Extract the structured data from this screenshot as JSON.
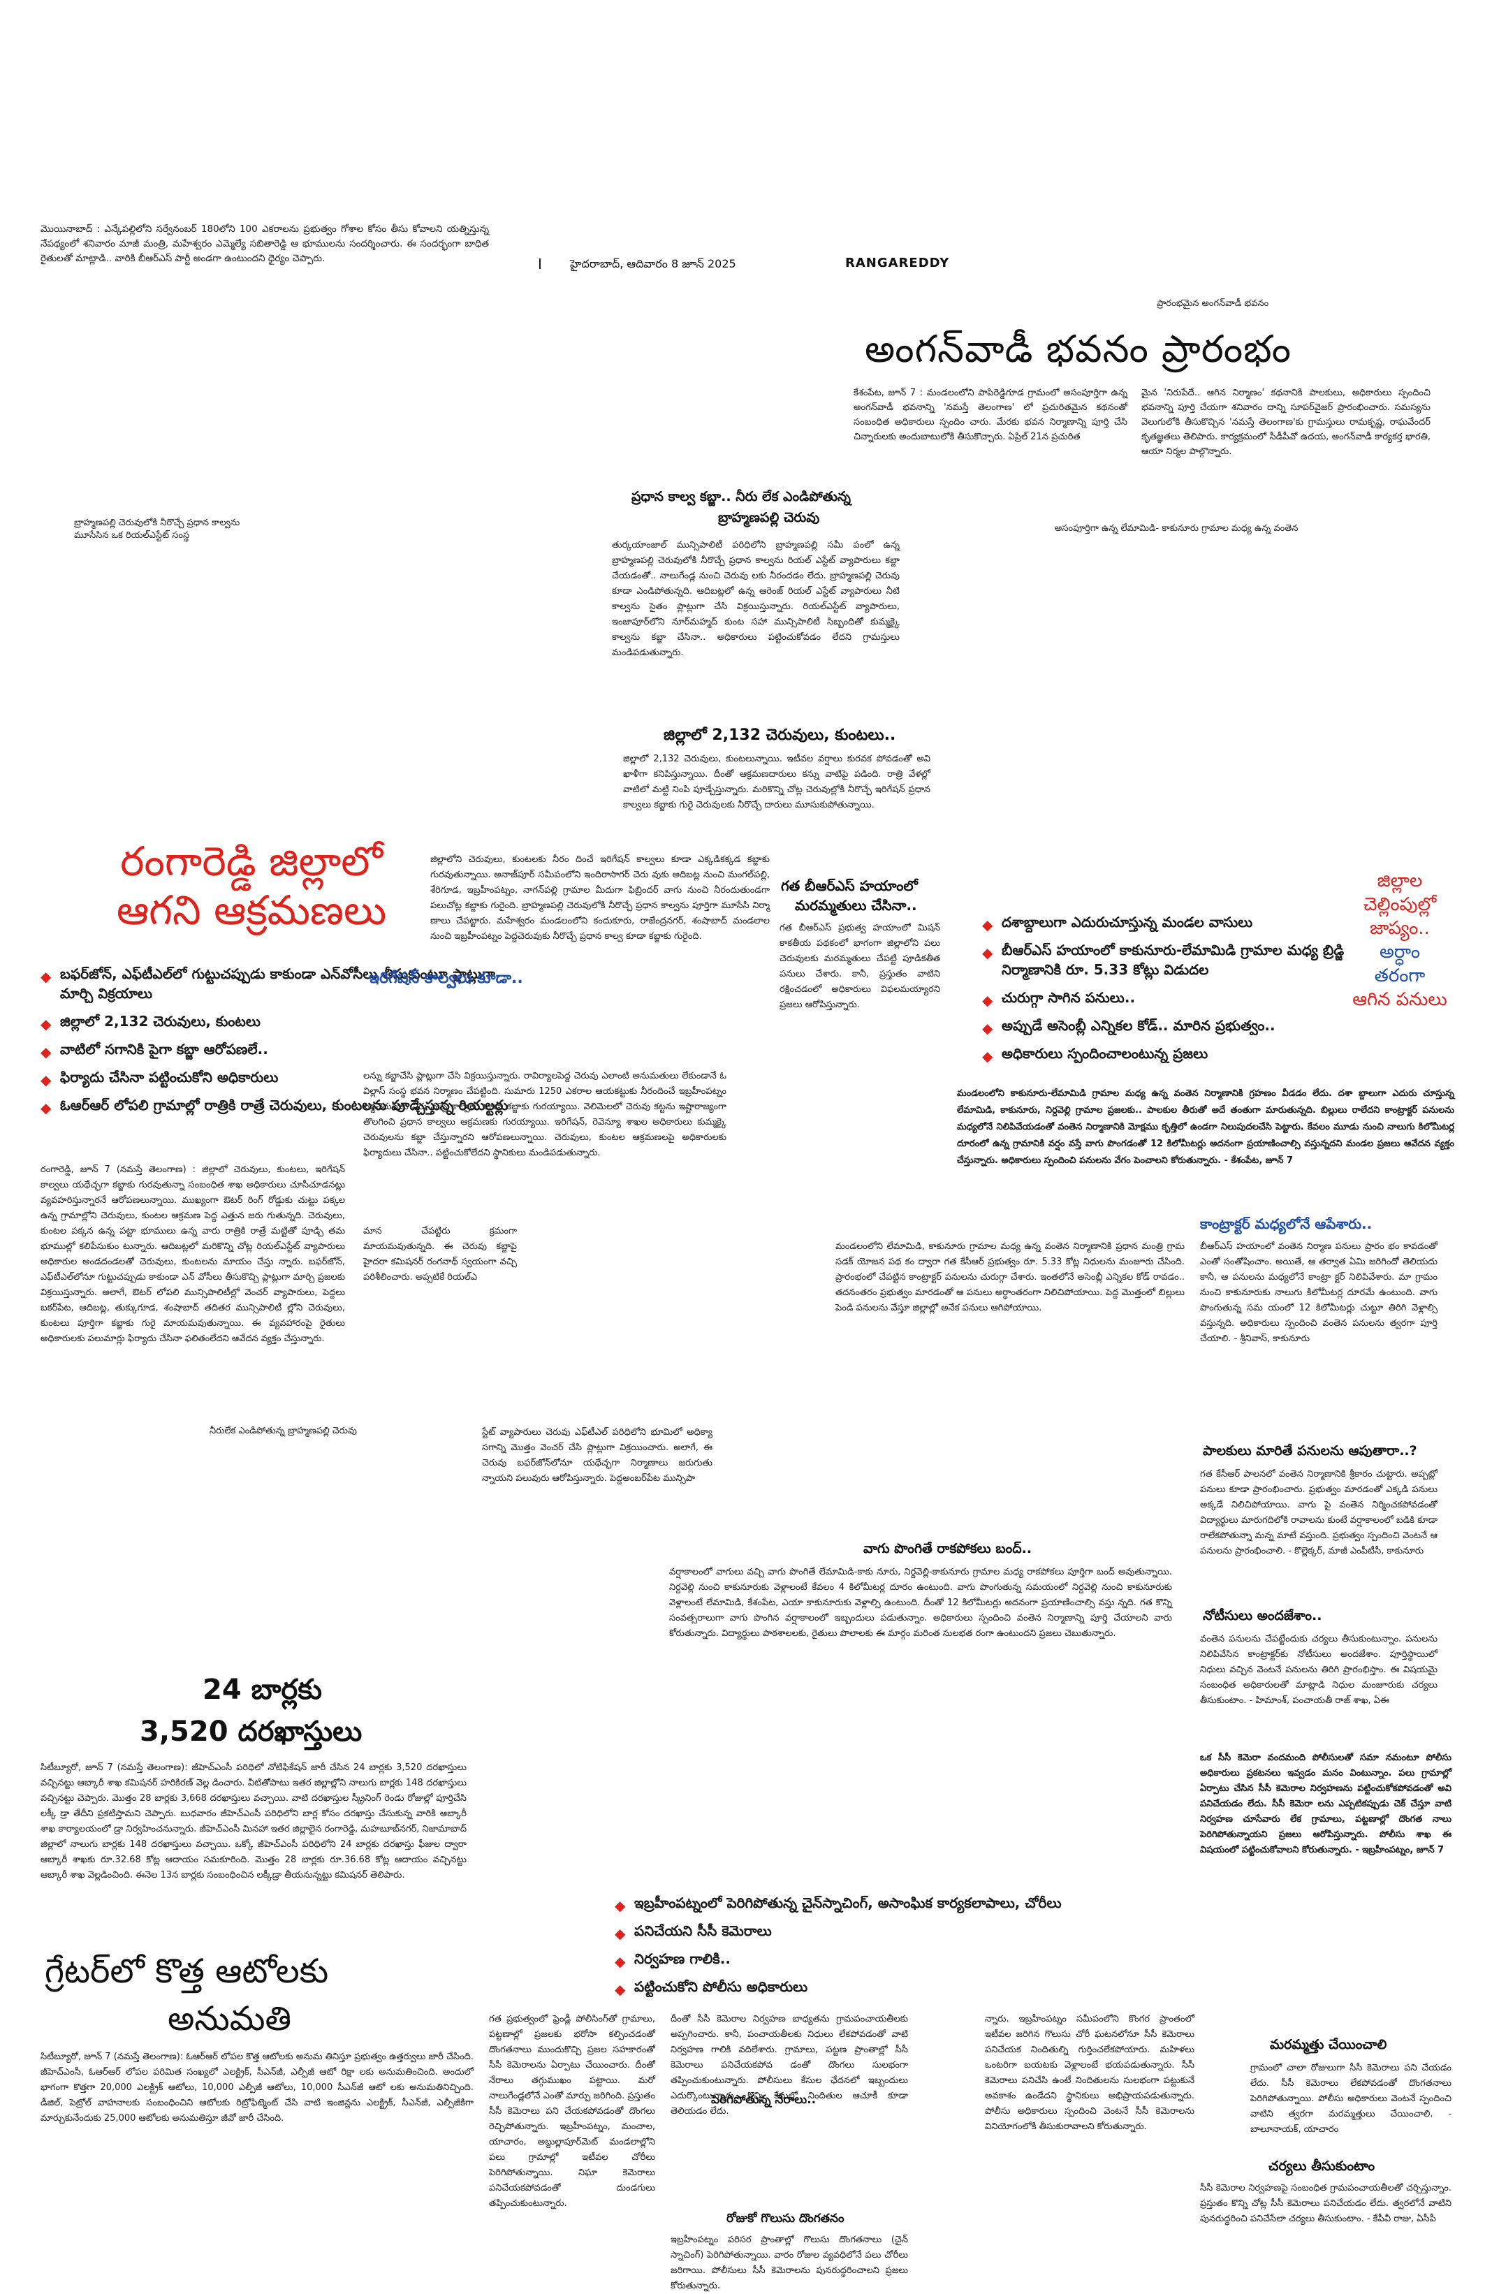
{
  "masthead": {
    "marker": "I",
    "dateline": "హైదరాబాద్‌, ఆదివారం 8 జూన్‌ 2025",
    "section": "RANGAREDDY"
  },
  "top_left_story": {
    "text": "మొయినాబాద్‌ : ఎన్కేపల్లిలోని సర్వేనంబర్‌ 180లోని 100 ఎకరాలను ప్రభుత్వం గోశాల కోసం తీసు కోవాలని యత్నిస్తున్న నేపథ్యంలో శనివారం మాజీ మంత్రి, మహేశ్వరం ఎమ్మెల్యే సబితారెడ్డి ఆ భూములను సందర్శించారు. ఈ సందర్భంగా బాధిత రైతులతో మాట్లాడి.. వారికి బీఆర్‌ఎస్‌ పార్టీ అండగా ఉంటుందని ధైర్యం చెప్పారు."
  },
  "anganwadi": {
    "kicker": "ప్రారంభమైన అంగన్‌వాడీ భవనం",
    "headline": "అంగన్‌వాడీ భవనం ప్రారంభం",
    "col1": "కేశంపేట, జూన్‌ 7 : మండలంలోని పాపిరెడ్డిగూడ గ్రామంలో అసంపూర్తిగా ఉన్న అంగన్‌వాడీ భవనాన్ని 'నమస్తే తెలంగాణ' లో ప్రచురితమైన కథనంతో సంబంధిత అధికారులు స్పందిం చారు. మేరకు భవన నిర్మాణాన్ని పూర్తి చేసి చిన్నారులకు అందుబాటులోకి తీసుకొచ్చారు. ఏప్రిల్‌ 21న ప్రచురిత",
    "col2": "మైన 'నిరుపేదే.. ఆగిన నిర్మాణం' కథనానికి పాలకులు, అధికారులు స్పందించి భవనాన్ని పూర్తి చేయగా శనివారం దాన్ని సూపర్‌వైజర్‌ ప్రారంభించారు. సమస్యను వెలుగులోకి తీసుకొచ్చిన 'నమస్తే తెలంగాణ'కు గ్రామస్తులు రామకృష్ణ, రాఘవేందర్‌ కృతజ్ఞతలు తెలిపారు. కార్యక్రమంలో సీడీపీవో ఉదయ, అంగన్‌వాడీ కార్యకర్త భారతి, ఆయా నిర్మల పాల్గొన్నారు."
  },
  "brahmanapalli": {
    "headline_line1": "ప్రధాన కాల్వ కబ్జా.. నీరు లేక ఎండిపోతున్న",
    "headline_line2": "బ్రాహ్మణపల్లి చెరువు",
    "body": "తుర్కయాంజాల్‌ మున్సిపాలిటీ పరిధిలోని బ్రాహ్మణపల్లి సమీ పంలో ఉన్న బ్రాహ్మణపల్లి చెరువులోకి నీరొచ్చే ప్రధాన కాల్వను రియల్‌ ఎస్టేట్‌ వ్యాపారులు కబ్జా చేయడంతో.. నాలుగేండ్ల నుంచి చెరువు లకు నీరందడం లేదు. బ్రాహ్మణపల్లి చెరువు కూడా ఎండిపోతున్నది. ఆదిబట్లలో ఉన్న ఆరెంజ్‌ రియల్‌ ఎస్టేట్‌ వ్యాపారులు నీటి కాల్వను సైతం ప్లాట్లుగా చేసి విక్రయిస్తున్నారు. రియల్‌ఎస్టేట్‌ వ్యాపారులు, ఇంజాపూర్‌లోని నూర్‌మహ్మద్‌ కుంట సహా మున్సిపాలిటీ సిబ్బందితో కుమ్మక్కై కాల్వను కబ్జా చేసినా.. అధికారులు పట్టించుకోవడం లేదని గ్రామస్తులు మండిపడుతున్నారు.",
    "photo_caption": "బ్రాహ్మణపల్లి చెరువులోకి నీరొచ్చే ప్రధాన కాల్వను మూసేసిన ఒక రియల్‌ఎస్టేట్‌ సంస్థ",
    "dry_caption": "నీరులేక ఎండిపోతున్న బ్రాహ్మణపల్లి చెరువు"
  },
  "district_2132": {
    "headline": "జిల్లాలో 2,132 చెరువులు, కుంటలు..",
    "body": "జిల్లాలో 2,132 చెరువులు, కుంటలున్నాయి. ఇటీవల వర్షాలు కురవక పోవడంతో అవి ఖాళీగా కనిపిస్తున్నాయి. దీంతో ఆక్రమణదారులు కన్ను వాటిపై పడింది. రాత్రి వేళల్లో వాటిలో మట్టి నింపి పూడ్చేస్తున్నారు. మరికొన్ని చోట్ల చెరువుల్లోకి నీరొచ్చే ఇరిగేషన్‌ ప్రధాన కాల్వలు కబ్జాకు గురై చెరువులకు నీరొచ్చే దారులు మూసుకుపోతున్నాయి."
  },
  "lead": {
    "headline_line1": "రంగారెడ్డి జిల్లాలో",
    "headline_line2": "ఆగని ఆక్రమణలు",
    "bullets": [
      "బఫర్‌జోన్‌, ఎఫ్‌టీఎల్‌లో గుట్టుచప్పుడు కాకుండా ఎన్‌వోసీలు తీసుకుంటూ ప్లాట్లుగా మార్చి విక్రయాలు",
      "జిల్లాలో 2,132 చెరువులు, కుంటలు",
      "వాటిలో సగానికి పైగా కబ్జా ఆరోపణలే..",
      "ఫిర్యాదు చేసినా పట్టించుకోని అధికారులు",
      "ఓఆర్‌ఆర్‌ లోపలి గ్రామాల్లో రాత్రికి రాత్రే చెరువులు, కుంటలను పూడ్చేస్తున్న రియల్టర్లు"
    ],
    "body": "రంగారెడ్డి, జూన్‌ 7 (నమస్తే తెలంగాణ) : జిల్లాలో చెరువులు, కుంటలు, ఇరిగేషన్‌ కాల్వలు యథేచ్ఛగా కబ్జాకు గురవుతున్నా సంబంధిత శాఖ అధికారులు చూసీచూడనట్లు వ్యవహరిస్తున్నారనే ఆరోపణలున్నాయి. ముఖ్యంగా ఔటర్‌ రింగ్‌ రోడ్డుకు చుట్టు పక్కల ఉన్న గ్రామాల్లోని చెరువులు, కుంటల ఆక్రమణ పెద్ద ఎత్తున జరు గుతున్నది. చెరువులు, కుంటల పక్కన ఉన్న పట్టా భూములు ఉన్న వారు రాత్రికి రాత్రే మట్టితో పూడ్చి తమ భూముల్లో కలిపేసుకుం టున్నారు. ఆదిబట్లలో మరికొన్ని చోట్ల రియల్‌ఎస్టేట్‌ వ్యాపారులు అధికారుల అండదండలతో చెరువులు, కుంటలను మాయం చేస్తు న్నారు. బఫర్‌జోన్‌, ఎఫ్‌టీఎల్‌లోనూ గుట్టుచప్పుడు కాకుండా ఎన్‌ వోసీలు తీసుకొచ్చి ప్లాట్లుగా మార్చి ప్రజలకు విక్రయిస్తున్నారు. అలాగే, ఔటర్‌ లోపలి మున్సిపాలిటీల్లో వెంచర్‌ వ్యాపారులు, పెద్దలు బకర్‌పేట, ఆదిబట్ల, తుక్కుగూడ, శంషాబాద్‌ తదితర మున్సిపాలిటీ ల్లోని చెరువులు, కుంటలు పూర్తిగా కబ్జాకు గురై మాయమవుతున్నాయి. ఈ వ్యవహారంపై రైతులు అధికారులకు పలుమార్లు ఫిర్యాదు చేసినా ఫలితంలేదని ఆవేదన వ్యక్తం చేస్తున్నారు."
  },
  "middle_story": {
    "body": "జిల్లాలోని చెరువులు, కుంటలకు నీరం దించే ఇరిగేషన్‌ కాల్వలు కూడా ఎక్కడికక్కడ కబ్జాకు గురవుతున్నాయి. అనాజ్‌పూర్‌ సమీపంలోని ఇందిరాసాగర్‌ చెరు వుకు అదిబట్ల నుంచి మంగల్‌పల్లి, శేరిగూడ, ఇబ్రహీంపట్నం, నాగన్‌పల్లి గ్రామాల మీదుగా ఫిబ్రిందర్‌ వాగు నుంచి నీరందుతుండగా పలుచోట్ల కబ్జాకు గురైంది. బ్రాహ్మణపల్లి చెరువులోకి నీరొచ్చే ప్రధాన కాల్వను పూర్తిగా మూసేసి నిర్మా ణాలు చేపట్టారు. మహేశ్వరం మండలంలోని కందుకూరు, రాజేంద్రనగర్‌, శంషాబాద్‌ మండలాల నుంచి ఇబ్రహీంపట్నం పెద్దచెరువుకు నీరొచ్చే ప్రధాన కాల్వ కూడా కబ్జాకు గురైంది.",
    "subhead": "ఇరిగేషన్‌ కాల్వలు కూడా..",
    "body2": "లన్ను కబ్జాచేసి ప్లాట్లుగా చేసి విక్రయిస్తున్నారు. రావిర్యాలపెద్ద చెరువు ఎలాంటి అనుమతులు లేకుండానే ఓ విల్లాస్‌ సంస్థ భవన నిర్మాణం చేపట్టింది. సుమారు 1250 ఎకరాల ఆయకట్టుకు నీరందించే ఇబ్రహీంపట్నం పెద్దచెరువుకు నీరు వచ్చే కాల్వలు కూడా కబ్జాకు గురయ్యాయి. వెలిమెలలో చెరువు కట్టను ఇష్టారాజ్యంగా తొలగించి ప్రధాన కాల్వలు ఆక్రమణకు గురయ్యాయి. ఇరిగేషన్‌, రెవెన్యూ శాఖల అధికారులు కుమ్మక్కై చెరువులను కబ్జా చేస్తున్నారని ఆరోపణలున్నాయి. చెరువులు, కుంటల ఆక్రమణలపై అధికారులకు ఫిర్యాదులు చేసినా.. పట్టించుకోలేదని స్థానికులు మండిపడుతున్నారు.",
    "col3": "మాన చేపట్టిరు క్రమంగా మాయమవుతున్నది. ఈ చెరువు కబ్జాపై హైదరా కమిషనర్‌ రంగనాథ్‌ స్వయంగా వచ్చి పరిశీలించారు. అప్పటికే రియల్‌ఎ",
    "col4": "స్టేట్‌ వ్యాపారులు చెరువు ఎఫ్‌టీఎల్‌ పరిధిలోని భూమిలో అధిక్యా సగాన్ని మొత్తం వెంచర్‌ చేసి ప్లాట్లుగా విక్రయించారు. అలాగే, ఈ చెరువు బఫర్‌జోన్‌లోనూ యథేచ్ఛగా నిర్మాణాలు జరుగుతు న్నాయని పలువురు ఆరోపిస్తున్నారు. పెద్దఅంబర్‌పేట మున్సిపా"
  },
  "brs_side": {
    "headline_line1": "గత బీఆర్‌ఎస్‌ హయాంలో",
    "headline_line2": "మరమ్మతులు చేసినా..",
    "body": "గత బీఆర్‌ఎస్‌ ప్రభుత్వ హయాంలో మిషన్‌ కాకతీయ పథకంలో భాగంగా జిల్లాలోని పలు చెరువులకు మరమ్మతులు చేపట్టి పూడికతీత పనులు చేశారు. కానీ, ప్రస్తుతం వాటిని రక్షించడంలో అధికారులు విఫలమయ్యారని ప్రజలు ఆరోపిస్తున్నారు."
  },
  "lemamidi": {
    "bullets": [
      "దశాబ్దాలుగా ఎదురుచూస్తున్న మండల వాసులు",
      "బీఆర్‌ఎస్‌ హయాంలో కాకునూరు-లేమామిడి గ్రామాల మధ్య బ్రిడ్జి నిర్మాణానికి రూ. 5.33 కోట్లు విడుదల",
      "చురుగ్గా సాగిన పనులు..",
      "అప్పుడే అసెంబ్లీ ఎన్నికల కోడ్‌.. మారిన ప్రభుత్వం..",
      "అధికారులు స్పందించాలంటున్న ప్రజలు"
    ],
    "photo_caption": "అసంపూర్తిగా ఉన్న లేమామిడి- కాకునూరు గ్రామాల మధ్య ఉన్న వంతెన",
    "side_line1": "జిల్లాల",
    "side_line2": "చెల్లింపుల్లో",
    "side_line3": "జాప్యం..",
    "side_line4": "అర్ధాం",
    "side_line5": "తరంగా",
    "side_line6": "ఆగిన పనులు",
    "intro": "మండలంలోని కాకునూరు-లేమామిడి గ్రామాల మధ్య ఉన్న వంతెన నిర్మాణానికి గ్రహణం వీడడం లేదు. దశా బ్దాలుగా ఎదురు చూస్తున్న లేమామిడి, కాకునూరు, నిర్దవెల్లి గ్రామాల ప్రజలకు.. పాలకుల తీరుతో అదే తంతుగా మారుతున్నది. బిల్లులు రాలేదని కాంట్రాక్టర్‌ పనులను మధ్యలోనే నిలిపివేయడంతో వంతెన నిర్మాణానికి మోక్షము కృత్తిలో ఉండగా నిలుపుదలచేసి పెట్టారు. కేవలం మూడు నుంచి నాలుగు కిలోమీటర్ల దూరంలో ఉన్న గ్రామానికి వర్షం వస్తే వాగు పొంగడంతో 12 కిలోమీటర్లు అదనంగా ప్రయాణించాల్సి వస్తున్నదని మండల ప్రజలు ఆవేదన వ్యక్తం చేస్తున్నారు. అధికారులు స్పందించి పనులను వేగం పెంచాలని కోరుతున్నారు. - కేశంపేట, జూన్‌ 7",
    "contractor_head": "కాంట్రాక్టర్‌ మధ్యలోనే ఆపేశారు..",
    "contractor_body": "బీఆర్‌ఎస్‌ హయాంలో వంతెన నిర్మాణ పనులు ప్రారం భం కావడంతో ఎంతో సంతోషించాం. అయితే, ఆ తర్వాత ఏమి జరిగిందో తెలియదు కానీ, ఆ పనులను మధ్యలోనే కాంట్రా క్టర్‌ నిలిపివేశారు. మా గ్రామం నుంచి కాకునూరుకు నాలుగు కిలోమీటర్ల దూరమే ఉంటుంది. వాగు పొంగుతున్న సమ యంలో 12 కిలోమీటర్లు చుట్టూ తిరిగి వెళ్లాల్సి వస్తున్నది. అధికారులు స్పందించి వంతెన పనులను త్వరగా పూర్తి చేయాలి. - శ్రీనివాస్‌, కాకునూరు",
    "left_col": "మండలంలోని లేమామిడి, కాకునూరు గ్రామాల మధ్య ఉన్న వంతెన నిర్మాణానికి ప్రధాన మంత్రి గ్రామ సడక్‌ యోజన పథ కం ద్వారా గత కేసీఆర్‌ ప్రభుత్వం రూ. 5.33 కోట్ల నిధులను మంజూరు చేసింది. ప్రారంభంలో చేపట్టిన కాంట్రాక్టర్‌ పనులను చురుగ్గా చేశారు. ఇంతలోనే అసెంబ్లీ ఎన్నికల కోడ్‌ రావడం.. తదనంతరం ప్రభుత్వం మారడంతో ఆ పనులు అర్ధాంతరంగా నిలిచిపోయాయి. పెద్ద మొత్తంలో బిల్లులు పెండి పనులను వేస్తూ జిల్లాల్లో అనేక పనులు ఆగిపోయాయి.",
    "rain_head": "వాగు పొంగితే రాకపోకలు బంద్‌..",
    "rain_body": "వర్షాకాలంలో వాగులు వచ్చి వాగు పొంగితే లేమామిడి-కాకు నూరు, నిర్దవెల్లి-కాకునూరు గ్రామాల మధ్య రాకపోకలు పూర్తిగా బంద్‌ అవుతున్నాయి. నిర్దవెల్లి నుంచి కాకునూరుకు వెళ్లాలంటే కేవలం 4 కిలోమీటర్ల దూరం ఉంటుంది. వాగు పొంగుతున్న సమయంలో నిర్దవెల్లి నుంచి కాకునూరుకు వెళ్లాలంటే లేమామిడి, కేశంపేట, ఎయా కాకునూరుకు వెళ్లాల్సి ఉంటుంది. దీంతో 12 కిలోమీటర్లు అదనంగా ప్రయాణించాల్సి వస్తు న్నది. గత కొన్ని సంవత్సరాలుగా వాగు పొంగిన వర్షాకాలంలో ఇబ్బందులు పడుతున్నాం. అధికారులు స్పందించి వంతెన నిర్మాణాన్ని పూర్తి చేయాలని వారు కోరుతున్నారు. విద్యార్థులు పాఠశాలలకు, రైతులు పొలాలకు ఈ మార్గం మరింత సులభత రంగా ఉంటుందని ప్రజలు చెబుతున్నారు.",
    "palaku_head": "పాలకులు మారితే పనులను ఆపుతారా..?",
    "palaku_body": "గత కేసీఆర్‌ పాలనలో వంతెన నిర్మాణానికి శ్రీకారం చుట్టారు. అప్పట్లో పనులు కూడా ప్రారంభించారు. ప్రభుత్వం మారడంతో ఎక్కడి పనులు అక్కడే నిలిచిపోయాయి. వాగు పై వంతెన నిర్మించకపోవడంతో విద్యార్థులు మారుగదిలోకి రావాలను కుంటే వర్షాకాలంలో బడికి కూడా రాలేకపోతున్నా మన్న మాటే వస్తుంది. ప్రభుత్వం స్పందించి వెంటనే ఆ పనులను ప్రారంభించాలి. - కొల్లెక్కర్‌, మాజీ ఎంపీటీసీ, కాకునూరు",
    "notice_head": "నోటీసులు అందజేశాం..",
    "notice_body": "వంతెన పనులను చేపట్టేందుకు చర్యలు తీసుకుంటున్నాం. పనులను నిలిపివేసిన కాంట్రాక్టర్‌కు నోటీసులు అందజేశాం. పూర్తిస్థాయిలో నిధులు వచ్చిన వెంటనే పనులను తిరిగి ప్రారంభిస్తాం. ఈ విషయమై సంబంధిత అధికారులతో మాట్లాడి నిధుల మంజూరుకు చర్యలు తీసుకుంటాం. - హిమాంశ్‌, పంచాయతీ రాజ్‌ శాఖ, ఏఈ"
  },
  "bars": {
    "headline_line1": "24 బార్లకు",
    "headline_line2": "3,520 దరఖాస్తులు",
    "body": "సిటీబ్యూరో, జూన్‌ 7 (నమస్తే తెలంగాణ): జీహెచ్‌ఎంసీ పరిధిలో నోటిఫికేషన్‌ జారీ చేసిన 24 బార్లకు 3,520 దరఖాస్తులు వచ్చినట్టు ఆబ్కారీ శాఖ కమిషనర్‌ హరికిరణ్‌ వెల్ల డించారు. వీటితోపాటు ఇతర జిల్లాల్లోని నాలుగు బార్లకు 148 దరఖాస్తులు వచ్చినట్టు చెప్పారు. మొత్తం 28 బార్లకు 3,668 దరఖాస్తులు వచ్చాయి. వాటి దరఖాస్తుల స్క్రీనింగ్‌ రెండు రోజుల్లో పూర్తిచేసి లక్కీ డ్రా తేదీని ప్రకటిస్తామని చెప్పారు. బుధవారం జీహెచ్‌ఎంసీ పరిధిలోని బార్ల కోసం దరఖాస్తు చేసుకున్న వారికి ఆబ్కారీ శాఖ కార్యాలయంలో డ్రా నిర్వహించనున్నారు. జీహెచ్‌ఎంసీ మినహా ఇతర జిల్లాలైన రంగారెడ్డి, మహబూబ్‌నగర్‌, నిజామాబాద్‌ జిల్లాలో నాలుగు బార్లకు 148 దరఖాస్తులు వచ్చాయి. ఒక్కో జీహెచ్‌ఎంసీ పరిధిలోని 24 బార్లకు దరఖాస్తు ఫీజుల ద్వారా ఆబ్కారీ శాఖకు రూ.32.68 కోట్ల ఆదాయం సమకూరింది. మొత్తం 28 బార్లకు రూ.36.68 కోట్ల ఆదాయం వచ్చినట్టు ఆబ్కారీ శాఖ వెల్లడించింది. ఈనెల 13న బార్లకు సంబంధించిన లక్కీడ్రా తీయనున్నట్టు కమిషనర్‌ తెలిపారు."
  },
  "autos": {
    "headline_line1": "గ్రేటర్‌లో కొత్త ఆటోలకు",
    "headline_line2": "అనుమతి",
    "body": "సిటీబ్యూరో, జూన్‌ 7 (నమస్తే తెలంగాణ): ఓఆర్‌ఆర్‌ లోపల కొత్త ఆటోలకు అనుమ తినిస్తూ ప్రభుత్వం ఉత్తర్వులు జారీ చేసింది. జీహెచ్‌ఎంసీ, ఓఆర్‌ఆర్‌ లోపల పరిమిత సంఖ్యలో ఎలక్ట్రిక్‌, సీఎన్‌జీ, ఎల్పీజీ ఆటో రిక్షా లకు అనుమతించింది. అందులో భాగంగా కొత్తగా 20,000 ఎలక్ట్రిక్‌ ఆటోలు, 10,000 ఎల్పీజీ ఆటోలు, 10,000 సీఎన్‌జీ ఆటో లకు అనుమతినిచ్చింది. డీజిల్‌, పెట్రోల్‌ వాహనాలకు సంబంధించిని ఆటోలకు రిట్రోఫిట్మెంట్‌ చేసి వాటి ఇంజిన్లను ఎలక్ట్రిక్‌, సీఎన్‌జీ, ఎల్పీజీకిగా మార్చుకునేందుకు 25,000 ఆటోలకు అనుమతిస్తూ జీవో జారీ చేసింది."
  },
  "ibrahimpatnam": {
    "bullets": [
      "ఇబ్రహీంపట్నంలో పెరిగిపోతున్న చైన్‌స్నాచింగ్‌, అసాంఘిక కార్యకలాపాలు, చోరీలు",
      "పనిచేయని సీసీ కెమెరాలు",
      "నిర్వహణ గాలికి..",
      "పట్టించుకోని పోలీసు అధికారులు"
    ],
    "top_right": "ఒక సీసీ కెమెరా వందమంది పోలీసులతో సమా నమంటూ పోలీసు అధికారులు ప్రకటనలు ఇవ్వడం మనం వింటున్నాం. పలు గ్రామాల్లో ఏర్పాటు చేసిన సీసీ కెమెరాల నిర్వహణను పట్టించుకోకపోవడంతో అవి పనిచేయడం లేదు. సీసీ కెమెరా లను ఎప్పటికప్పుడు చెక్‌ చేస్తూ వాటి నిర్వహణ చూసేవారు లేక గ్రామాలు, పట్టణాల్లో దొంగత నాలు పెరిగిపోతున్నాయని ప్రజలు ఆరోపిస్తున్నారు. పోలీసు శాఖ ఈ విషయంలో పట్టించుకోవాలని కోరుతున్నారు. - ఇబ్రహీంపట్నం, జూన్‌ 7",
    "col1": "గత ప్రభుత్వంలో ఫ్రెండ్లీ పోలీసింగ్‌తో గ్రామాలు, పట్టణాల్లో ప్రజలకు భరోసా కల్పించడంతో దొంగతనాలు ముందుకొచ్చి ప్రజల సహకారంతో సీసీ కెమెరాలను ఏర్పాటు చేయించారు. దీంతో నేరాలు తగ్గుముఖం పట్టాయి. మరో నాలుగేండ్లలోనే ఎంతో మార్పు జరిగింది. ప్రస్తుతం సీసీ కెమెరాలు పని చేయకపోవడంతో దొంగలు రెచ్చిపోతున్నారు. ఇబ్రహీంపట్నం, మంచాల, యాచారం, అబ్దుల్లాపూర్‌మెట్‌ మండలాల్లోని పలు గ్రామాల్లో ఇటీవల చోరీలు పెరిగిపోతున్నాయి. నిఘా కెమెరాలు పనిచేయకపోవడంతో దుండగులు తప్పించుకుంటున్నారు.",
    "col2": "దీంతో సీసీ కెమెరాల నిర్వహణ బాధ్యతను గ్రామపంచాయతీలకు అప్పగించారు. కానీ, పంచాయతీలకు నిధులు లేకపోవడంతో వాటి నిర్వహణ గాలికి వదిలేశారు. గ్రామాలు, పట్టణ ప్రాంతాల్లో సీసీ కెమెరాలు పనిచేయకపోవ డంతో దొంగలు సులభంగా తప్పించుకుంటున్నారు. పోలీసులు కేసుల ఛేదనలో ఇబ్బందులు ఎదుర్కొంటున్నారు. కొన్ని కేసుల్లో నిందితుల ఆచూకీ కూడా తెలియడం లేదు.",
    "subhead1": "పెరిగిపోతున్న నేరాలు..",
    "subhead2": "రోజుకో గొలుసు దొంగతనం",
    "col2b": "ఇబ్రహీంపట్నం పరిసర ప్రాంతాల్లో గొలుసు దొంగతనాలు (చైన్‌ స్నాచింగ్‌) పెరిగిపోతున్నాయి. వారం రోజుల వ్యవధిలోనే పలు చోరీలు జరిగాయి. పోలీసులు సీసీ కెమెరాలను పునరుద్ధరించాలని ప్రజలు కోరుతున్నారు.",
    "col3": "న్నారు. ఇబ్రహీంపట్నం సమీపంలోని కొంగర ప్రాంతంలో ఇటీవల జరిగిన గొలుసు చోరీ ఘటనలోనూ సీసీ కెమెరాలు పనిచేయక నిందితుల్ని గుర్తించలేకపోయారు. మహిళలు ఒంటరిగా బయటకు వెళ్లాలంటే భయపడుతున్నారు. సీసీ కెమెరాలు పనిచేసి ఉంటే నిందితులను సులభంగా పట్టుకునే అవకాశం ఉండేదని స్థానికులు అభిప్రాయపడుతున్నారు. పోలీసు అధికారులు స్పందించి వెంటనే సీసీ కెమెరాలను వినియోగంలోకి తీసుకురావాలని కోరుతున్నారు.",
    "repair_head": "మరమ్మత్తు చేయించాలి",
    "repair_body": "గ్రామంలో చాలా రోజులుగా సీసీ కెమెరాలు పని చేయడం లేదు. సీసీ కెమెరాలు లేకపోవడంతో దొంగతనాలు పెరిగిపోతున్నాయి. పోలీసు అధికారులు వెంటనే స్పందించి వాటిని త్వరగా మరమ్మత్తులు చేయించాలి. - బాలూనాయక్‌, యాచారం",
    "action_head": "చర్యలు తీసుకుంటాం",
    "action_body": "సీసీ కెమెరాల నిర్వహణపై సంబంధిత గ్రామపంచాయతీలతో చర్చిస్తున్నాం. ప్రస్తుతం కొన్ని చోట్ల సీసీ కెమెరాలు పనిచేయడం లేదు. త్వరలోనే వాటిని పునరుద్ధరించి పనిచేసేలా చర్యలు తీసుకుంటాం. - కేపీవీ రాజు, ఏసీపీ"
  },
  "colors": {
    "accent_red": "#e0221b",
    "accent_blue": "#1f4fb0",
    "text": "#1a1a1a"
  }
}
